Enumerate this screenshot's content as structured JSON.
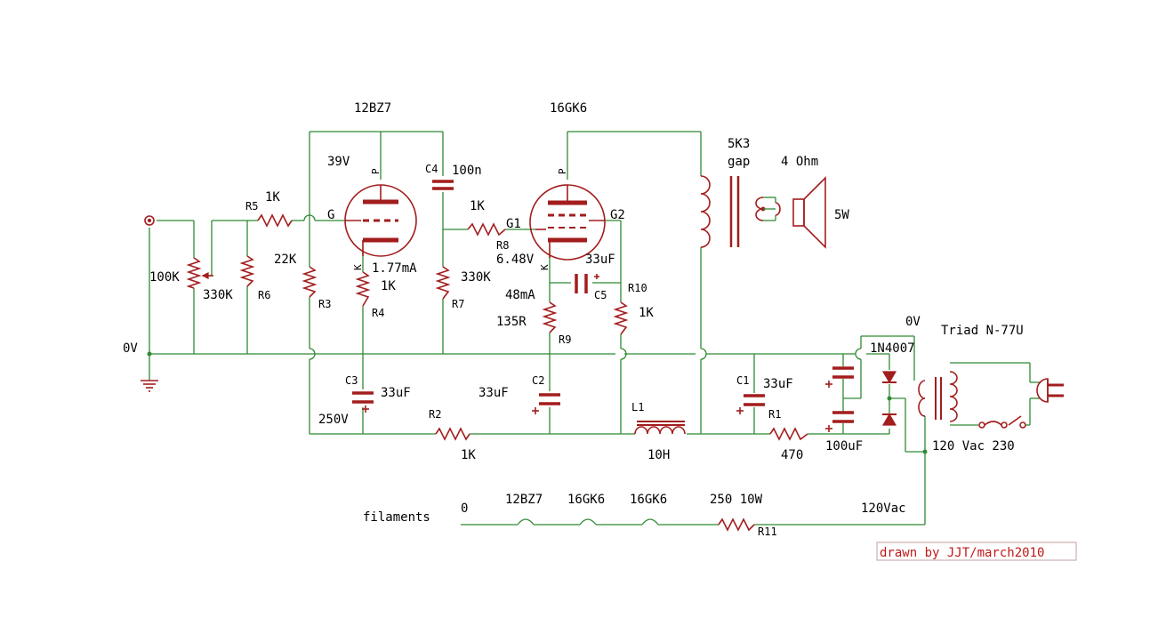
{
  "tubes": {
    "v1": {
      "name": "12BZ7",
      "plate_voltage": "39V",
      "cathode_current": "1.77mA",
      "pin_p": "P",
      "pin_k": "K",
      "pin_g": "G"
    },
    "v2": {
      "name": "16GK6",
      "cathode_voltage": "6.48V",
      "cathode_current": "48mA",
      "pin_p": "P",
      "pin_k": "K",
      "pin_g1": "G1",
      "pin_g2": "G2"
    }
  },
  "components": {
    "r1": {
      "ref": "R1",
      "value": "470"
    },
    "r2": {
      "ref": "R2",
      "value": "1K"
    },
    "r3": {
      "ref": "R3",
      "value": "22K"
    },
    "r4": {
      "ref": "R4",
      "value": "1K"
    },
    "r5": {
      "ref": "R5",
      "value": "1K"
    },
    "r6": {
      "ref": "R6",
      "value": "330K"
    },
    "r7": {
      "ref": "R7",
      "value": "330K"
    },
    "r8": {
      "ref": "R8",
      "value": "1K"
    },
    "r9": {
      "ref": "R9",
      "value": "135R"
    },
    "r10": {
      "ref": "R10",
      "value": "1K"
    },
    "r11": {
      "ref": "R11",
      "value": "250  10W"
    },
    "pot": {
      "value": "100K"
    },
    "c1": {
      "ref": "C1",
      "value": "33uF"
    },
    "c2": {
      "ref": "C2",
      "value": "33uF"
    },
    "c3": {
      "ref": "C3",
      "value": "33uF"
    },
    "c4": {
      "ref": "C4",
      "value": "100n"
    },
    "c5": {
      "ref": "C5",
      "value": "33uF"
    },
    "c_psu": {
      "value": "100uF"
    },
    "l1": {
      "ref": "L1",
      "value": "10H"
    },
    "diodes": {
      "value": "1N4007"
    },
    "output_transformer": {
      "line1": "5K3",
      "line2": "gap"
    },
    "speaker": {
      "impedance": "4 Ohm",
      "power": "5W"
    },
    "power_transformer": {
      "model": "Triad N-77U",
      "voltages": "120 Vac 230"
    }
  },
  "labels": {
    "ground": "0V",
    "psu_ground": "0V",
    "b_plus": "250V",
    "filaments": "filaments",
    "filament_zero": "0",
    "filament_12bz7": "12BZ7",
    "filament_16gk6_a": "16GK6",
    "filament_16gk6_b": "16GK6",
    "filament_supply": "120Vac",
    "credit": "drawn by JJT/march2010"
  },
  "colors": {
    "wire": "#2f8a33",
    "component": "#a31d1d",
    "credit": "#c01818"
  }
}
